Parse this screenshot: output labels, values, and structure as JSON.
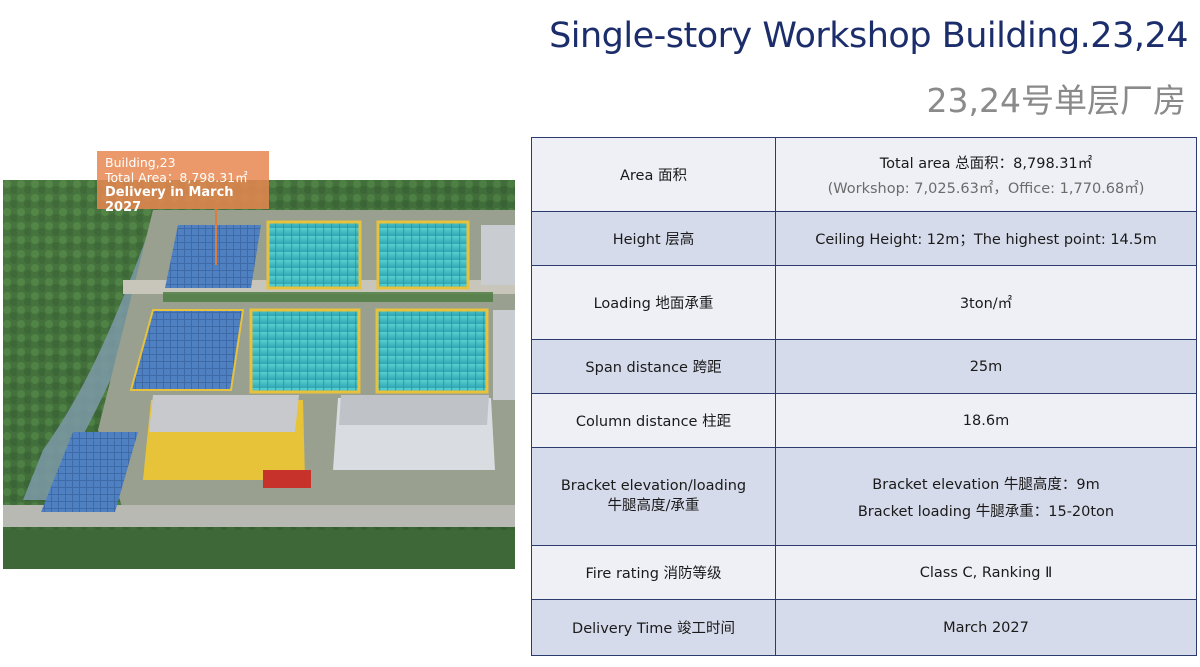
{
  "header": {
    "title_en": "Single-story Workshop Building.23,24",
    "title_cn": "23,24号单层厂房"
  },
  "callout": {
    "line1": "Building,23",
    "line2": "Total Area：8,798.31㎡",
    "line3": "Delivery in March 2027",
    "color": "#e8874f"
  },
  "table": {
    "border_color": "#2c3b6e",
    "rows": [
      {
        "label": "Area 面积",
        "value": "Total area 总面积：8,798.31㎡",
        "value2": "(Workshop: 7,025.63㎡，Office: 1,770.68㎡)"
      },
      {
        "label": "Height 层高",
        "value": "Ceiling Height: 12m；The highest point: 14.5m"
      },
      {
        "label": "Loading 地面承重",
        "value": "3ton/㎡"
      },
      {
        "label": "Span distance 跨距",
        "value": "25m"
      },
      {
        "label": "Column distance 柱距",
        "value": "18.6m"
      },
      {
        "label": "Bracket elevation/loading",
        "label2": "牛腿高度/承重",
        "value": "Bracket elevation 牛腿高度：9m",
        "value2": "Bracket loading 牛腿承重：15-20ton"
      },
      {
        "label": "Fire rating 消防等级",
        "value": "Class C, Ranking Ⅱ"
      },
      {
        "label": "Delivery Time 竣工时间",
        "value": "March 2027"
      }
    ]
  }
}
